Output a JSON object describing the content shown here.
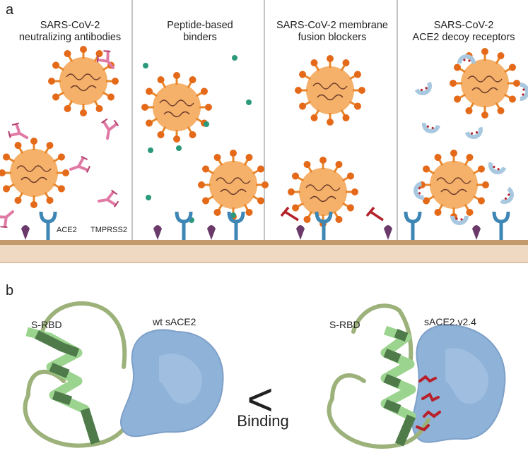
{
  "panel_a": {
    "letter": "a",
    "columns": [
      {
        "title_line1": "SARS-CoV-2",
        "title_line2": "neutralizing antibodies"
      },
      {
        "title_line1": "Peptide-based",
        "title_line2": "binders"
      },
      {
        "title_line1": "SARS-CoV-2 membrane",
        "title_line2": "fusion blockers"
      },
      {
        "title_line1": "SARS-CoV-2",
        "title_line2": "ACE2 decoy receptors"
      }
    ],
    "receptor_labels": {
      "ace2": "ACE2",
      "tmprss2": "TMPRSS2"
    }
  },
  "panel_b": {
    "letter": "b",
    "left": {
      "rbd_label": "S-RBD",
      "receptor_label": "wt sACE2"
    },
    "right": {
      "rbd_label": "S-RBD",
      "receptor_label": "sACE2.v2.4"
    },
    "comparison_symbol": "<",
    "comparison_word": "Binding"
  },
  "colors": {
    "virus_body": "#f5b06a",
    "spike": "#e8862a",
    "spike_tip": "#e46a1a",
    "rna": "#6b3b2a",
    "antibody": "#e07aa5",
    "peptide": "#2a9a7a",
    "ace2_receptor": "#3e86b4",
    "tmprss2": "#6b3a6b",
    "fusion_blocker": "#b4202a",
    "decoy": "#a8c8e0",
    "membrane": "#c49a6c",
    "membrane_light": "#efd9c3",
    "rbd_light": "#9bd48f",
    "rbd_dark": "#4f7a4a",
    "rbd_loop": "#9cb27a",
    "sace2": "#8fb2d8",
    "mutations": "#b8202a"
  }
}
